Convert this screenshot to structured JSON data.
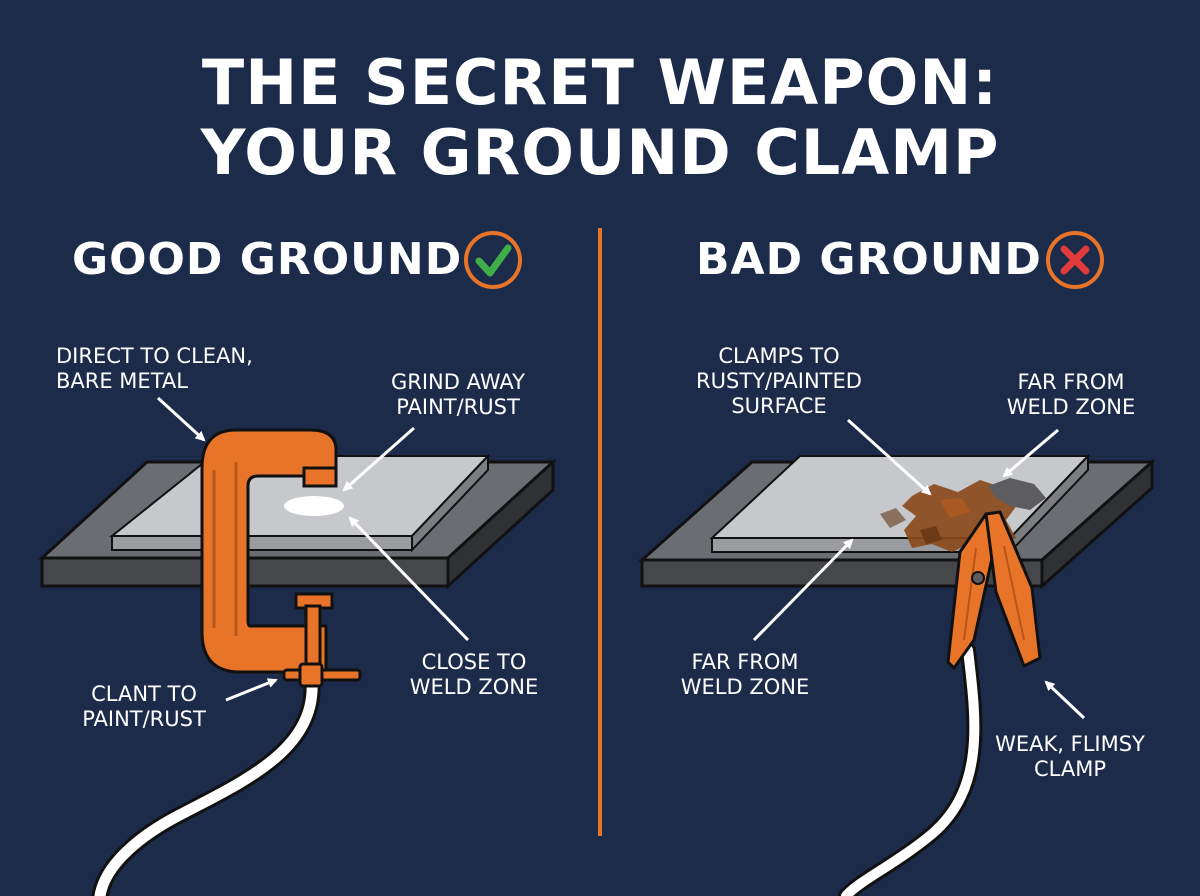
{
  "title": {
    "line1": "THE SECRET WEAPON:",
    "line2": "YOUR GROUND CLAMP"
  },
  "colors": {
    "background": "#1c2b4a",
    "accent": "#e8742a",
    "good": "#3fae49",
    "bad": "#e23b3b",
    "clamp": "#e8742a",
    "rust": "#8b4a1c"
  },
  "good": {
    "heading": "GOOD GROUND",
    "status_icon": "check-circle-icon",
    "labels": {
      "direct": [
        "DIRECT TO CLEAN,",
        "BARE METAL"
      ],
      "grind": [
        "GRIND AWAY",
        "PAINT/RUST"
      ],
      "close": [
        "CLOSE TO",
        "WELD ZONE"
      ],
      "clant": [
        "CLANT TO",
        "PAINT/RUST"
      ]
    }
  },
  "bad": {
    "heading": "BAD GROUND",
    "status_icon": "x-circle-icon",
    "labels": {
      "rusty": [
        "CLAMPS TO",
        "RUSTY/PAINTED",
        "SURFACE"
      ],
      "far_top": [
        "FAR FROM",
        "WELD ZONE"
      ],
      "far_bottom": [
        "FAR FROM",
        "WELD ZONE"
      ],
      "weak": [
        "WEAK, FLIMSY",
        "CLAMP"
      ]
    }
  }
}
